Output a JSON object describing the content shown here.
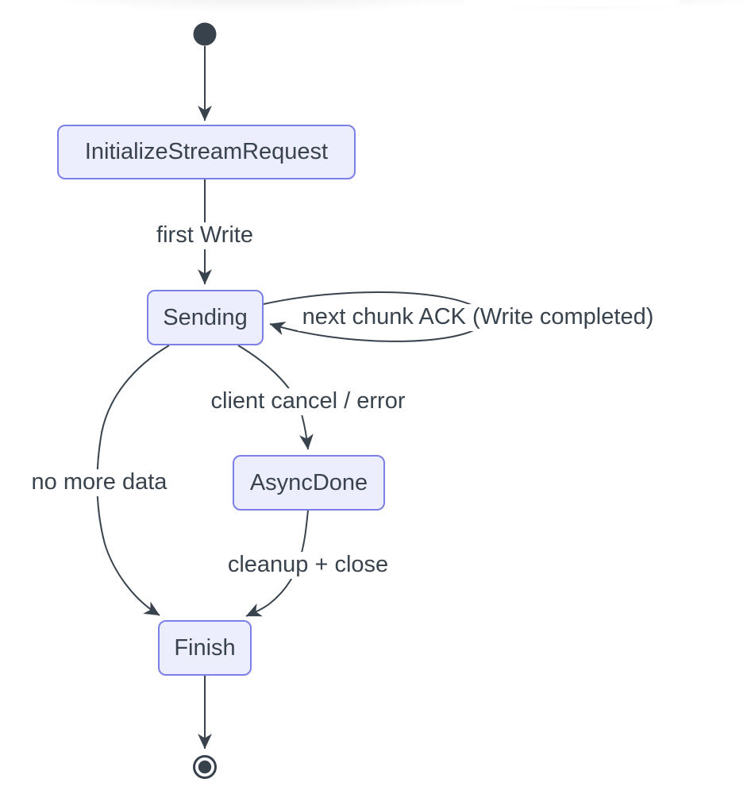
{
  "diagram": {
    "type": "state-diagram",
    "states": [
      {
        "id": "start",
        "kind": "initial",
        "label": ""
      },
      {
        "id": "InitializeStreamRequest",
        "kind": "state",
        "label": "InitializeStreamRequest"
      },
      {
        "id": "Sending",
        "kind": "state",
        "label": "Sending"
      },
      {
        "id": "AsyncDone",
        "kind": "state",
        "label": "AsyncDone"
      },
      {
        "id": "Finish",
        "kind": "state",
        "label": "Finish"
      },
      {
        "id": "end",
        "kind": "final",
        "label": ""
      }
    ],
    "transitions": [
      {
        "from": "start",
        "to": "InitializeStreamRequest",
        "label": ""
      },
      {
        "from": "InitializeStreamRequest",
        "to": "Sending",
        "label": "first Write"
      },
      {
        "from": "Sending",
        "to": "Sending",
        "label": "next chunk ACK (Write completed)"
      },
      {
        "from": "Sending",
        "to": "Finish",
        "label": "no more data"
      },
      {
        "from": "Sending",
        "to": "AsyncDone",
        "label": "client cancel / error"
      },
      {
        "from": "AsyncDone",
        "to": "Finish",
        "label": "cleanup + close"
      },
      {
        "from": "Finish",
        "to": "end",
        "label": ""
      }
    ],
    "colors": {
      "background": "#FFFFFF",
      "node_fill": "#EDEEFD",
      "node_border": "#7C80E6",
      "line": "#39434D",
      "text": "#39434D"
    }
  }
}
